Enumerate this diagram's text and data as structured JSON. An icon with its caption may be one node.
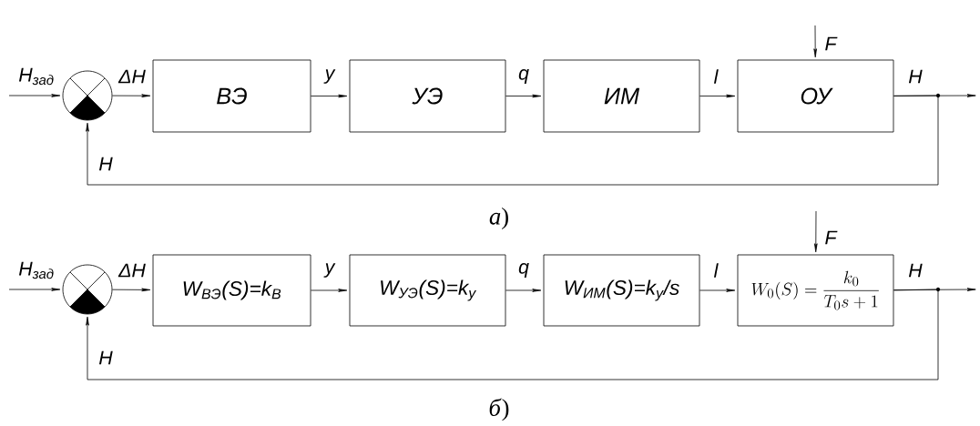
{
  "diagram": {
    "nodes": [
      {
        "text": [],
        "shape": "circle"
      },
      {
        "text": [
          "ВЭ"
        ]
      },
      {
        "text": [
          "УЭ"
        ]
      },
      {
        "text": [
          "ИМ"
        ]
      },
      {
        "text": [
          "ОУ"
        ]
      },
      {
        "text": [],
        "shape": "circle"
      },
      {
        "text": [
          "W$_{ВЭ}$(S)=k$_{В}$"
        ]
      },
      {
        "text": [
          "W$_{УЭ}$(S)=k$_{у}$"
        ]
      },
      {
        "text": [
          "W$_{ИМ}$(S)=k$_{у}$/s"
        ]
      },
      {
        "text": [
          "W_{0}(S)=\\frac{k_{0}}{T_{0}s+1}"
        ]
      }
    ],
    "edges": [
      {
        "from": null,
        "to": 0,
        "arrow": "to",
        "label": "H$_{зад}$"
      },
      {
        "from": 0,
        "to": 1,
        "arrow": "to",
        "label": "ΔH"
      },
      {
        "from": 1,
        "to": 2,
        "arrow": "to",
        "label": "у"
      },
      {
        "from": 2,
        "to": 3,
        "arrow": "to",
        "label": "q"
      },
      {
        "from": 3,
        "to": 4,
        "arrow": "to",
        "label": "l"
      },
      {
        "from": null,
        "to": 4,
        "arrow": "to",
        "label": "F"
      },
      {
        "from": 4,
        "to": null,
        "arrow": "to",
        "label": "H"
      },
      {
        "from": 4,
        "to": 0,
        "arrow": "to",
        "label": "H"
      },
      {
        "from": null,
        "to": 5,
        "arrow": "to",
        "label": "H$_{зад}$"
      },
      {
        "from": 5,
        "to": 6,
        "arrow": "to",
        "label": "ΔH"
      },
      {
        "from": 6,
        "to": 7,
        "arrow": "to",
        "label": "у"
      },
      {
        "from": 7,
        "to": 8,
        "arrow": "to",
        "label": "q"
      },
      {
        "from": 8,
        "to": 9,
        "arrow": "to",
        "label": "l"
      },
      {
        "from": null,
        "to": 9,
        "arrow": "to",
        "label": "F"
      },
      {
        "from": 9,
        "to": null,
        "arrow": "to",
        "label": "H"
      },
      {
        "from": 9,
        "to": 5,
        "arrow": "to",
        "label": "H"
      }
    ],
    "labels": [
      "*а*)",
      "*б*)"
    ]
  }
}
